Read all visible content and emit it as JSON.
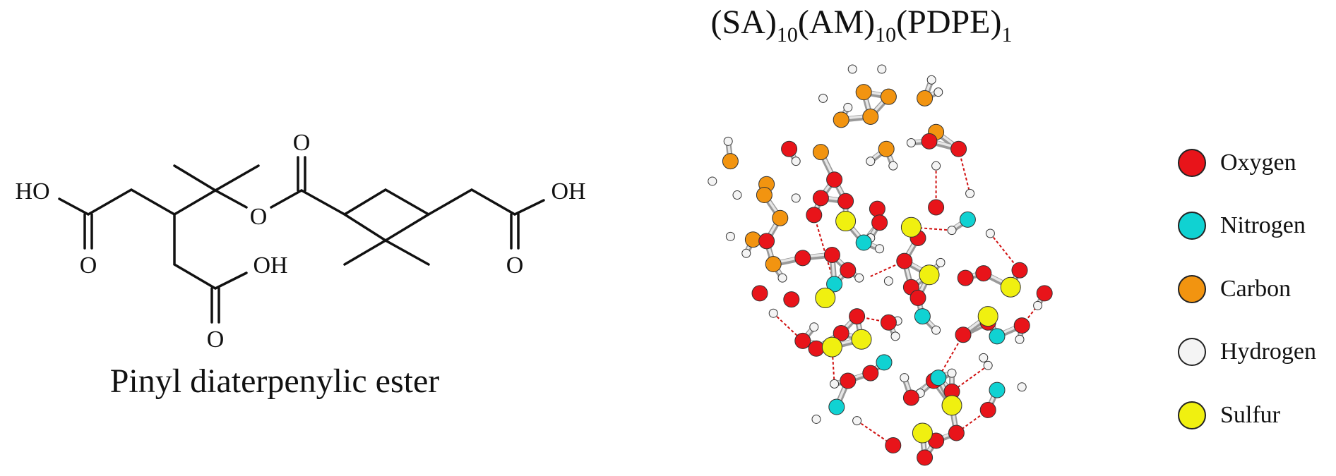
{
  "left_panel": {
    "caption": "Pinyl diaterpenylic ester",
    "atom_labels": {
      "ho_left": "HO",
      "o_acid1": "O",
      "o_ester": "O",
      "o_carbonyl": "O",
      "oh_mid": "OH",
      "o_acid2": "O",
      "oh_right": "OH",
      "o_acid3": "O"
    }
  },
  "right_panel": {
    "title_parts": [
      {
        "text": "(SA)",
        "sub": "10"
      },
      {
        "text": "(AM)",
        "sub": "10"
      },
      {
        "text": "(PDPE)",
        "sub": "1"
      }
    ],
    "legend": [
      {
        "label": "Oxygen",
        "color": "#e8141a"
      },
      {
        "label": "Nitrogen",
        "color": "#10d2d2"
      },
      {
        "label": "Carbon",
        "color": "#f29410"
      },
      {
        "label": "Hydrogen",
        "color": "#f4f4f4"
      },
      {
        "label": "Sulfur",
        "color": "#f0f010"
      }
    ]
  }
}
